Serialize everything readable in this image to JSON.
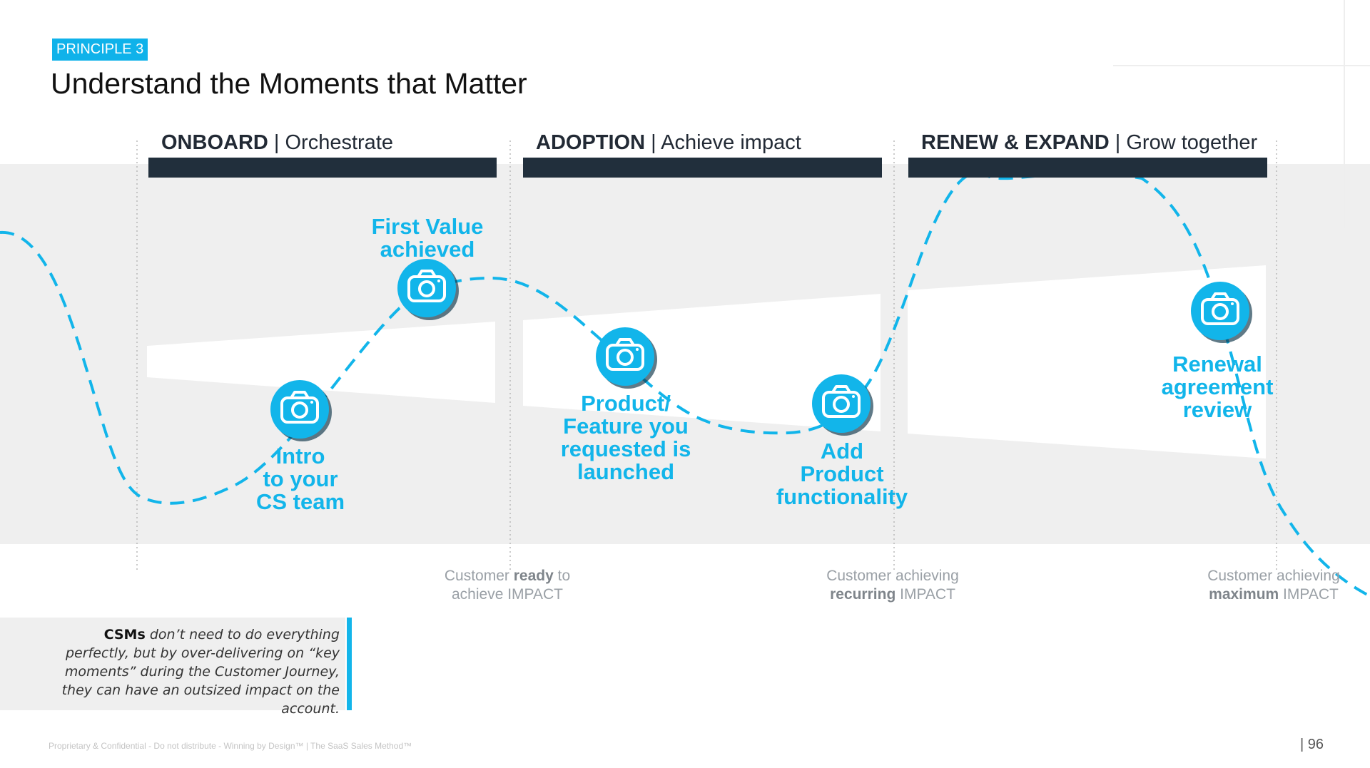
{
  "principle_tag": "PRINCIPLE 3",
  "title": "Understand the Moments that Matter",
  "phases": [
    {
      "name": "ONBOARD",
      "separator": " | ",
      "subtitle": "Orchestrate"
    },
    {
      "name": "ADOPTION",
      "separator": " | ",
      "subtitle": "Achieve impact"
    },
    {
      "name": "RENEW & EXPAND",
      "separator": " | ",
      "subtitle": "Grow together"
    }
  ],
  "moments": [
    {
      "label_lines": [
        "Intro",
        "to your",
        "CS team"
      ],
      "icon": "camera-icon"
    },
    {
      "label_lines": [
        "First Value",
        "achieved"
      ],
      "icon": "camera-icon"
    },
    {
      "label_lines": [
        "Product/",
        "Feature you",
        "requested is",
        "launched"
      ],
      "icon": "camera-icon"
    },
    {
      "label_lines": [
        "Add",
        "Product",
        "functionality"
      ],
      "icon": "camera-icon"
    },
    {
      "label_lines": [
        "Renewal",
        "agreement",
        "review"
      ],
      "icon": "camera-icon"
    }
  ],
  "milestones": [
    {
      "pre": "Customer ",
      "bold": "ready",
      "post": " to",
      "line2_pre": "achieve IMPACT",
      "line2_bold": "",
      "line2_post": ""
    },
    {
      "pre": "Customer achieving",
      "bold": "",
      "post": "",
      "line2_pre": "",
      "line2_bold": "recurring",
      "line2_post": " IMPACT"
    },
    {
      "pre": "Customer achieving",
      "bold": "",
      "post": "",
      "line2_pre": "",
      "line2_bold": "maximum",
      "line2_post": " IMPACT"
    }
  ],
  "callout": {
    "bold": "CSMs",
    "text": " don’t need to do everything perfectly, but by over-delivering on “key moments” during the Customer Journey, they can have an outsized impact on the account."
  },
  "footer": "Proprietary & Confidential - Do not distribute - Winning by Design™  |  The SaaS Sales Method™",
  "page_number": "| 96",
  "colors": {
    "accent": "#0fb2ea",
    "dark_bar": "#212f3c",
    "band": "#efefef",
    "milestone_text": "#9aa0a6"
  }
}
